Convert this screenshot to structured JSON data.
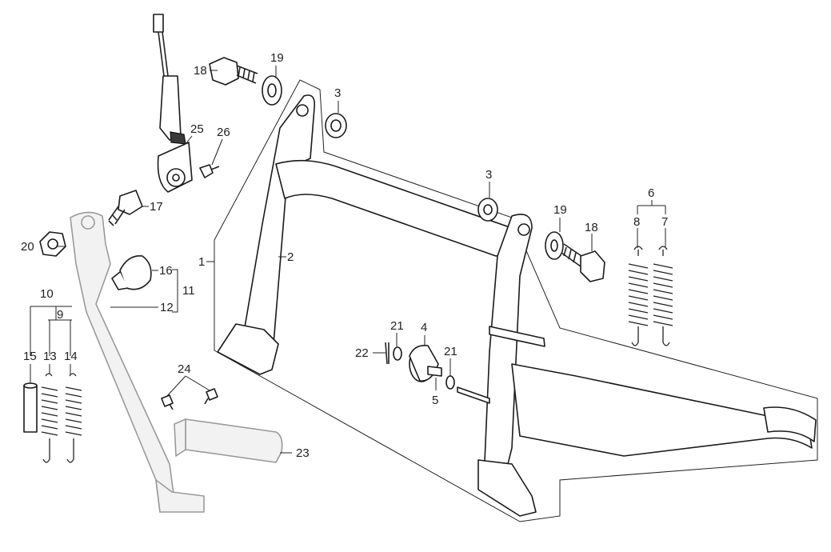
{
  "callouts": {
    "c1": "1",
    "c2": "2",
    "c3a": "3",
    "c3b": "3",
    "c4": "4",
    "c5": "5",
    "c6": "6",
    "c7": "7",
    "c8": "8",
    "c9": "9",
    "c10": "10",
    "c11": "11",
    "c12": "12",
    "c13": "13",
    "c14": "14",
    "c15": "15",
    "c16": "16",
    "c17": "17",
    "c18a": "18",
    "c18b": "18",
    "c19a": "19",
    "c19b": "19",
    "c20": "20",
    "c21a": "21",
    "c21b": "21",
    "c22": "22",
    "c23": "23",
    "c24": "24",
    "c25": "25",
    "c26": "26"
  }
}
